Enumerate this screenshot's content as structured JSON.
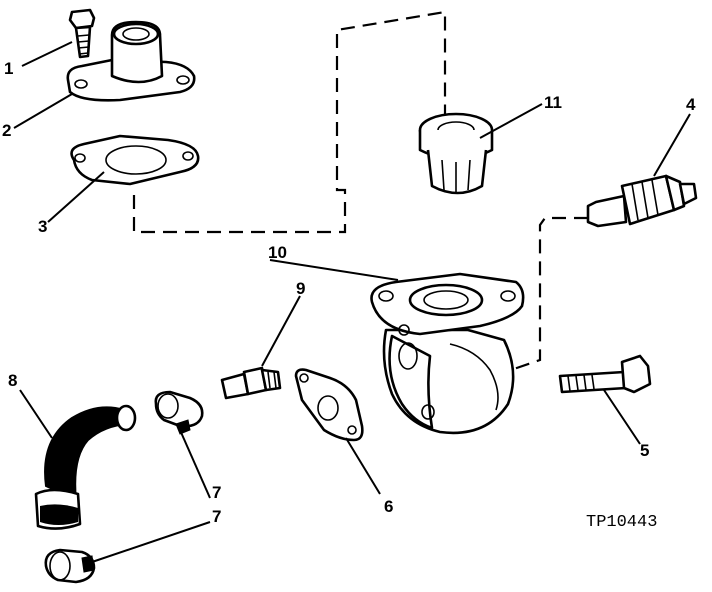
{
  "diagram": {
    "figure_code": "TP10443",
    "callouts": [
      {
        "id": "1",
        "text": "1"
      },
      {
        "id": "2",
        "text": "2"
      },
      {
        "id": "3",
        "text": "3"
      },
      {
        "id": "4",
        "text": "4"
      },
      {
        "id": "5",
        "text": "5"
      },
      {
        "id": "6",
        "text": "6"
      },
      {
        "id": "7a",
        "text": "7"
      },
      {
        "id": "7b",
        "text": "7"
      },
      {
        "id": "8",
        "text": "8"
      },
      {
        "id": "9",
        "text": "9"
      },
      {
        "id": "10",
        "text": "10"
      },
      {
        "id": "11",
        "text": "11"
      }
    ]
  }
}
